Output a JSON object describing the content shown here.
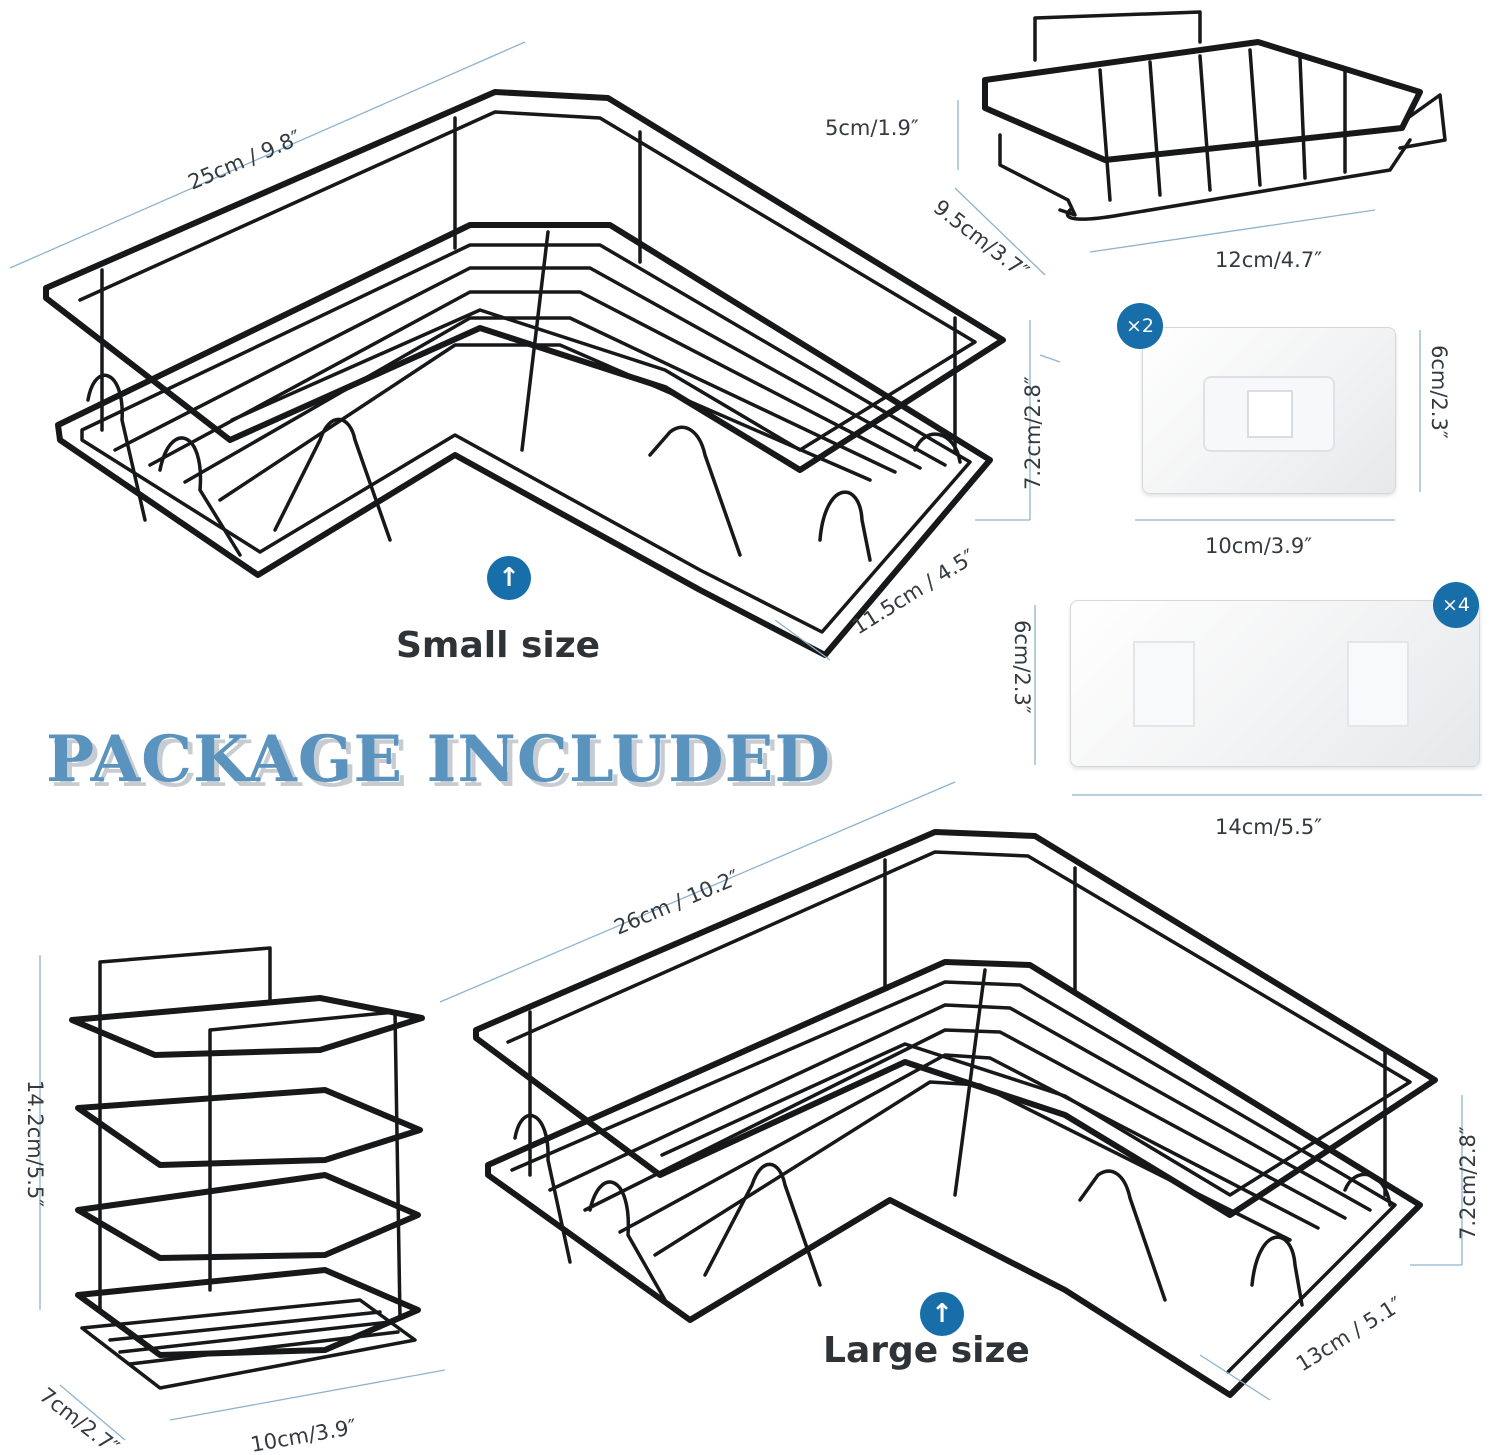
{
  "headline": "PACKAGE INCLUDED",
  "small_rack": {
    "label": "Small size",
    "width": "25cm / 9.8″",
    "height": "7.2cm/2.8″",
    "depth": "11.5cm / 4.5″",
    "arrow": "↑"
  },
  "large_rack": {
    "label": "Large size",
    "width": "26cm / 10.2″",
    "height": "7.2cm/2.8″",
    "depth": "13cm / 5.1″",
    "arrow": "↑"
  },
  "soap_dish": {
    "height": "5cm/1.9″",
    "depth": "9.5cm/3.7″",
    "width": "12cm/4.7″"
  },
  "small_hook": {
    "quantity": "×2",
    "height": "6cm/2.3″",
    "width": "10cm/3.9″"
  },
  "large_hook": {
    "quantity": "×4",
    "height": "6cm/2.3″",
    "width": "14cm/5.5″"
  },
  "tooth_holder": {
    "height": "14.2cm/5.5″",
    "depth": "7cm/2.7″",
    "width": "10cm/3.9″"
  },
  "colors": {
    "accent": "#176ea8",
    "headline": "#5b93bf",
    "dimension_line": "#8fb3cf",
    "metal": "#16181a"
  }
}
